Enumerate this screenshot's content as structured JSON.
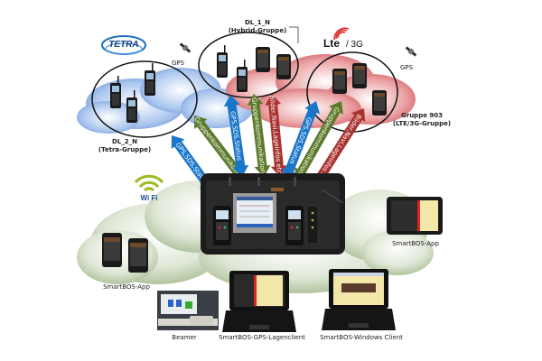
{
  "diagram": {
    "groups": [
      {
        "id": "dl2",
        "name": "DL_2_N",
        "subtitle": "(Tetra-Gruppe)",
        "network": "TETRA",
        "cloud_color": "#8fb4e8",
        "device_type": "tetra-radio",
        "device_count": 3
      },
      {
        "id": "dl1",
        "name": "DL_1_N",
        "subtitle": "(Hybrid-Gruppe)",
        "network": "Hybrid",
        "device_type": "mixed",
        "device_count": 4
      },
      {
        "id": "g903",
        "name": "Gruppe 903",
        "subtitle": "(LTE/3G-Gruppe)",
        "network": "LTE/3G",
        "cloud_color": "#e07a7e",
        "device_type": "smartphone",
        "device_count": 4
      }
    ],
    "logos": {
      "tetra": "TETRA",
      "lte": "Lte",
      "lte_suffix": "/ 3G",
      "wifi": "Wi Fi"
    },
    "gps_labels": [
      "GPS",
      "GPS"
    ],
    "arrows": [
      {
        "label": "GPS,SDS,Status",
        "color": "#1a76c9"
      },
      {
        "label": "Gruppenkommunikation",
        "color": "#5b7a2a"
      },
      {
        "label": "GPS,SDS,Status",
        "color": "#1a76c9"
      },
      {
        "label": "Gruppenkommunikation",
        "color": "#5b7a2a"
      },
      {
        "label": "Bilder,Navi,Lageinfos etc.",
        "color": "#a8322e"
      },
      {
        "label": "GPS,SDS,Status",
        "color": "#1a76c9"
      },
      {
        "label": "Gruppenkommunikation",
        "color": "#5b7a2a"
      },
      {
        "label": "Bilder,Navi,Lageinfos etc.",
        "color": "#a8322e"
      }
    ],
    "clients": [
      {
        "id": "app-phones",
        "label": "SmartBOS-App",
        "type": "smartphones"
      },
      {
        "id": "app-tablet",
        "label": "SmartBOS-App",
        "type": "tablet"
      },
      {
        "id": "beamer",
        "label": "Beamer",
        "type": "projector"
      },
      {
        "id": "gps-client",
        "label": "SmartBOS-GPS-Lagenclient",
        "type": "laptop"
      },
      {
        "id": "win-client",
        "label": "SmartBOS-Windows Client",
        "type": "laptop"
      }
    ],
    "center_unit": {
      "type": "mobile-case",
      "description": "Einsatzkoffer"
    }
  }
}
